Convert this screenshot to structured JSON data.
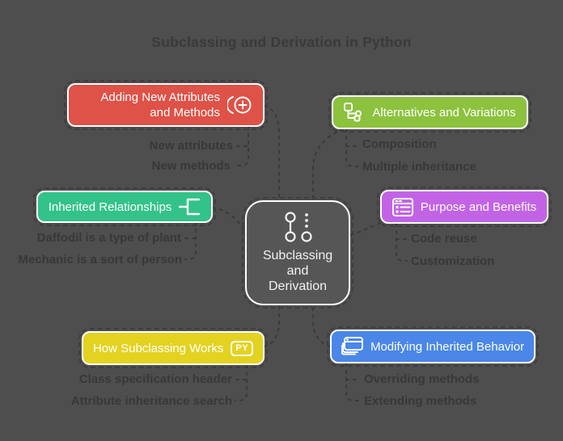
{
  "title": "Subclassing and Derivation in Python",
  "center": {
    "label": "Subclassing and Derivation",
    "line1": "Subclassing",
    "line2": "and",
    "line3": "Derivation",
    "icon": "commit-nodes-icon"
  },
  "branches": [
    {
      "label": "Adding New Attributes and Methods",
      "color": "#DE5248",
      "icon": "circle-plus-icon",
      "items": [
        "New attributes",
        "New methods"
      ]
    },
    {
      "label": "Alternatives and Variations",
      "color": "#8CC23E",
      "icon": "hierarchy-icon",
      "items": [
        "Composition",
        "Multiple inheritance"
      ]
    },
    {
      "label": "Inherited Relationships",
      "color": "#33C28A",
      "icon": "bracket-tree-icon",
      "items": [
        "Daffodil is a type of plant",
        "Mechanic is a sort of person"
      ]
    },
    {
      "label": "Purpose and Benefits",
      "color": "#C263E6",
      "icon": "list-window-icon",
      "items": [
        "Code reuse",
        "Customization"
      ]
    },
    {
      "label": "How Subclassing Works",
      "color": "#E4D221",
      "icon": "py-badge-icon",
      "badge": "PY",
      "items": [
        "Class specification header",
        "Attribute inheritance search"
      ]
    },
    {
      "label": "Modifying Inherited Behavior",
      "color": "#4A87E8",
      "icon": "stacked-windows-icon",
      "items": [
        "Overriding methods",
        "Extending methods"
      ]
    }
  ],
  "colors": {
    "background": "#4E4E4E",
    "center_fill": "#565656",
    "connector": "#3A3A3A",
    "muted_text": "#383838",
    "node_text": "#FFFFFF"
  }
}
